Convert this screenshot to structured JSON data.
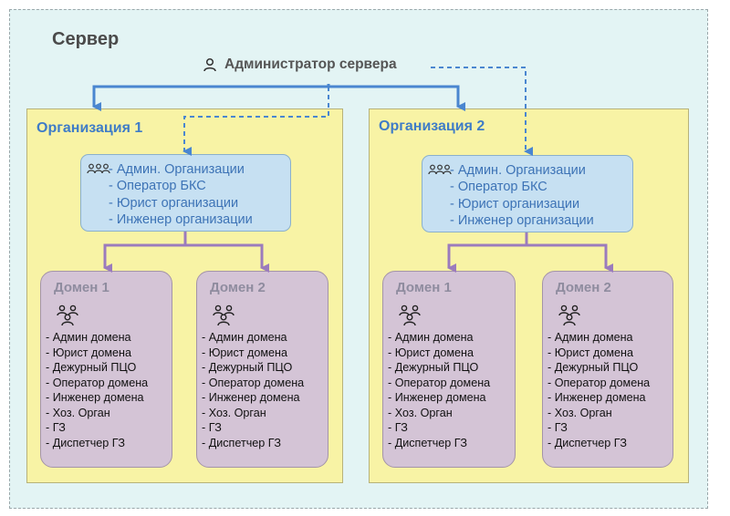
{
  "server": {
    "title": "Сервер",
    "admin_label": "Администратор сервера"
  },
  "organizations": [
    {
      "title": "Организация 1",
      "roles": [
        "- Админ. Организации",
        "- Оператор БКС",
        "- Юрист организации",
        "- Инженер организации"
      ],
      "domains": [
        {
          "title": "Домен 1",
          "items": [
            "- Админ домена",
            "- Юрист домена",
            "- Дежурный ПЦО",
            "- Оператор домена",
            "- Инженер домена",
            "- Хоз. Орган",
            "- ГЗ",
            "- Диспетчер ГЗ"
          ]
        },
        {
          "title": "Домен 2",
          "items": [
            "- Админ домена",
            "- Юрист домена",
            "- Дежурный ПЦО",
            "- Оператор домена",
            "- Инженер домена",
            "- Хоз. Орган",
            "- ГЗ",
            "- Диспетчер ГЗ"
          ]
        }
      ]
    },
    {
      "title": "Организация 2",
      "roles": [
        "- Админ. Организации",
        "- Оператор БКС",
        "- Юрист организации",
        "- Инженер организации"
      ],
      "domains": [
        {
          "title": "Домен 1",
          "items": [
            "- Админ домена",
            "- Юрист домена",
            "- Дежурный ПЦО",
            "- Оператор домена",
            "- Инженер домена",
            "- Хоз. Орган",
            "- ГЗ",
            "- Диспетчер ГЗ"
          ]
        },
        {
          "title": "Домен 2",
          "items": [
            "- Админ домена",
            "- Юрист домена",
            "- Дежурный ПЦО",
            "- Оператор домена",
            "- Инженер домена",
            "- Хоз. Орган",
            "- ГЗ",
            "- Диспетчер ГЗ"
          ]
        }
      ]
    }
  ],
  "icons": {
    "admin": "user-icon",
    "roles": "user-group-icon",
    "domain": "user-group-icon"
  },
  "colors": {
    "server_bg": "#e3f4f4",
    "org_bg": "#f8f3a5",
    "roles_bg": "#c6e0f2",
    "domain_bg": "#d4c4d6",
    "link_blue": "#4a86d0",
    "link_purple": "#9b7bbd",
    "org_title": "#3f7cc7"
  }
}
